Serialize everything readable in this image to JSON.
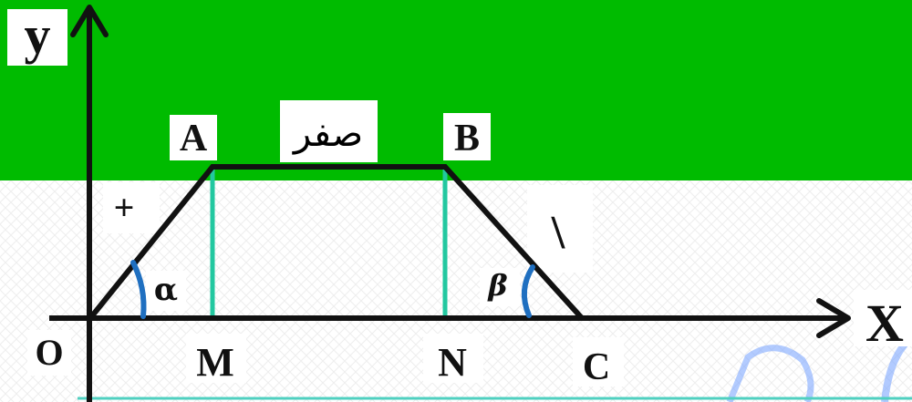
{
  "labels": {
    "y_axis": "y",
    "x_axis": "X",
    "origin": "O",
    "point_a": "A",
    "point_b": "B",
    "point_c": "C",
    "point_m": "M",
    "point_n": "N",
    "top_segment": "صفر",
    "left_sign": "+",
    "right_sign": "\\",
    "angle_alpha": "α",
    "angle_beta": "β"
  },
  "colors": {
    "background_band": "#00bb00",
    "lower_background": "#ffffff",
    "axes": "#111111",
    "trapezoid": "#111111",
    "verticals": "#22c8a0",
    "angle_arcs": "#1f6fc0",
    "bottom_line": "#4fd0c0"
  }
}
